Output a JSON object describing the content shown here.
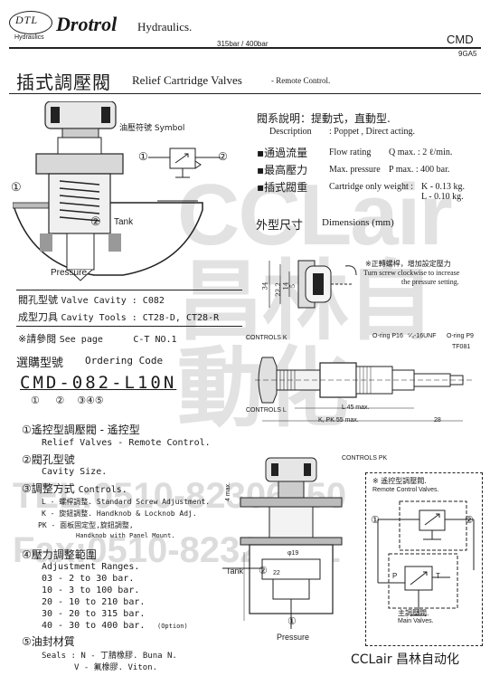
{
  "header": {
    "logo_oval": "DTL",
    "logo_sub": "Hydraulics",
    "brand": "Drotrol",
    "brand_suffix": "Hydraulics.",
    "pressure": "315bar / 400bar",
    "code": "CMD",
    "code_sub": "9GA5"
  },
  "title": {
    "cn": "插式調壓閥",
    "en": "Relief Cartridge Valves",
    "sub": "- Remote Control."
  },
  "left_drawing": {
    "symbol_label": "油壓符號 Symbol",
    "tank": "Tank",
    "pressure": "Pressure",
    "port1": "①",
    "port2": "②"
  },
  "spec": {
    "desc_cn": "閥系說明：提動式，直動型.",
    "desc_en_label": "Description",
    "desc_en": ": Poppet , Direct acting.",
    "flow_cn": "通過流量",
    "flow_en": "Flow rating",
    "flow_val": "Q max. : 2 ℓ/min.",
    "press_cn": "最高壓力",
    "press_en": "Max. pressure",
    "press_val": "P max. : 400 bar.",
    "weight_cn": "插式閥重",
    "weight_en": "Cartridge only weight :",
    "weight_k": "K - 0.13 kg.",
    "weight_l": "L - 0.10 kg."
  },
  "dimensions": {
    "title_cn": "外型尺寸",
    "title_en": "Dimensions (mm)",
    "note_cn": "正轉螺桿，增加設定壓力",
    "note_en1": "Turn screw clockwise to increase",
    "note_en2": "the pressure setting.",
    "d34": "34",
    "d22": "22.2",
    "d14": "14",
    "d5": "5",
    "controls_k": "CONTROLS K",
    "controls_l": "CONTROLS L",
    "controls_pk": "CONTROLS PK",
    "oring_p16": "O-ring P16",
    "thread": "⁵⁄₈-16UNF",
    "oring_p9": "O-ring P9",
    "tf": "TF081",
    "l45": "L 45 max.",
    "kpk55": "K, PK 55 max.",
    "d28": "28",
    "d4": "4 max.",
    "d19": "φ19",
    "d22b": "22"
  },
  "cavity": {
    "l1_cn": "閥孔型號",
    "l1_en": "Valve Cavity : C082",
    "l2_cn": "成型刀具",
    "l2_en": "Cavity Tools : CT28-D, CT28-R",
    "l3_cn": "※請參閱",
    "l3_en": "See page",
    "l3_ref": "C-T NO.1"
  },
  "ordering": {
    "title_cn": "選購型號",
    "title_en": "Ordering Code",
    "code": "CMD-082-L10N",
    "nums": "①     ②    ③④⑤",
    "i1_cn": "①遙控型調壓閥 - 遙控型",
    "i1_en": "Relief Valves - Remote Control.",
    "i2_cn": "②閥孔型號",
    "i2_en": "Cavity Size.",
    "i3_cn": "③調整方式",
    "i3_en": "Controls.",
    "i3_l": "L - 螺桿調整. Standard Screw Adjustment.",
    "i3_k": "K - 旋鈕調整. Handknob & Locknob Adj.",
    "i3_pk": "PK - 面板固定型,旋鈕調整,",
    "i3_pk2": "Handknob with Panel Mount.",
    "i4_cn": "④壓力調整範圍",
    "i4_en": "Adjustment Ranges.",
    "r1": "03 - 2 to 30 bar.",
    "r2": "10 - 3 to 100 bar.",
    "r3": "20 - 10 to 210 bar.",
    "r4": "30 - 20 to 315 bar.",
    "r5": "40 - 30 to 400 bar.",
    "r5_opt": "(Option)",
    "i5_cn": "⑤油封材質",
    "s1": "Seals : N - 丁腈橡膠. Buna N.",
    "s2": "V - 氟橡膠. Viton."
  },
  "remote": {
    "note_cn": "※ 遙控型調壓閥.",
    "note_en": "Remote Control Valves.",
    "main_cn": "主調壓閥.",
    "main_en": "Main Valves.",
    "p": "P",
    "t": "T",
    "tank": "Tank",
    "pressure": "Pressure",
    "port1": "①",
    "port2": "②"
  },
  "watermark": {
    "big": "CCLair 昌林自動化",
    "tel": "TEL:0510-82306850",
    "fax": "Fax:0510-82328471"
  },
  "footer": "CCLair 昌林自动化"
}
